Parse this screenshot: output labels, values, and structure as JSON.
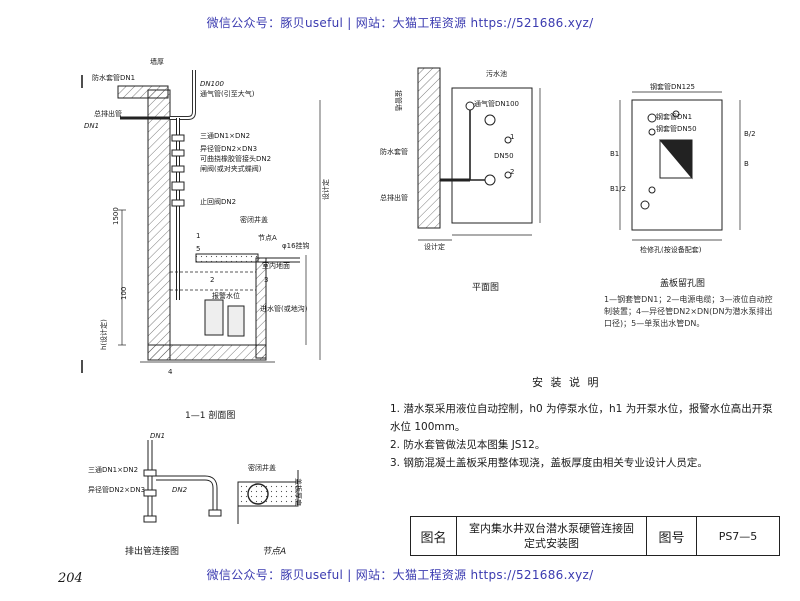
{
  "watermark": {
    "top": "微信公众号：豚贝useful  |  网站：大猫工程资源 https://521686.xyz/",
    "bottom": "微信公众号：豚贝useful  |  网站：大猫工程资源 https://521686.xyz/"
  },
  "page_number": "204",
  "section_view": {
    "caption": "1—1 剖面图",
    "labels": {
      "wall": "墙厚",
      "sleeve": "防水套管DN1",
      "vent": "DN100",
      "vent_desc": "通气管(引至大气)",
      "outlet": "总排出管",
      "dn_left": "DN1",
      "tee": "三通DN1×DN2",
      "reducer": "异径管DN2×DN3",
      "hose": "可曲挠橡胶管接头DN2",
      "valve": "闸阀(或对夹式蝶阀)",
      "check": "止回阀DN2",
      "cover": "密闭井盖",
      "node": "节点A",
      "rebar": "φ16挂钩",
      "floor": "室内地面",
      "alarm": "报警水位",
      "inlet": "进水管(或地沟)",
      "dim_1500": "1500",
      "dim_100": "100",
      "h_label": "h(设计定)",
      "right_dim": "设计定",
      "num_1": "1",
      "num_2": "2",
      "num_3": "3",
      "num_4": "4",
      "num_5": "5"
    }
  },
  "plan_view": {
    "caption": "平面图",
    "labels": {
      "sewage": "污水池",
      "pipe_wall": "接管墙",
      "vent": "通气管DN100",
      "dn50": "DN50",
      "sleeve": "防水套管",
      "outlet": "总排出管",
      "dim": "设计定",
      "num_1": "1",
      "num_2": "2"
    }
  },
  "cover_plate": {
    "caption": "盖板留孔图",
    "labels": {
      "sleeve125": "钢套管DN125",
      "sleeve_dn": "钢套管DN1",
      "sleeve50": "钢套管DN50",
      "hole": "检修孔(按设备配套)",
      "b": "B",
      "b2": "B/2",
      "b1": "B1",
      "b12": "B1/2"
    },
    "notes": "1—钢套管DN1；2—电源电缆；3—液位自动控制装置；4—异径管DN2×DN(DN为潜水泵排出口径)；5—单泵出水管DN。"
  },
  "install_notes": {
    "heading": "安 装 说 明",
    "items": [
      "1. 潜水泵采用液位自动控制，h0 为停泵水位，h1 为开泵水位，报警水位高出开泵水位 100mm。",
      "2. 防水套管做法见本图集 JS12。",
      "3. 钢筋混凝土盖板采用整体现浇，盖板厚度由相关专业设计人员定。"
    ]
  },
  "discharge_detail": {
    "caption": "排出管连接图",
    "labels": {
      "dn1": "DN1",
      "tee": "三通DN1×DN2",
      "reducer": "异径管DN2×DN3",
      "dn2": "DN2"
    }
  },
  "node_a": {
    "caption": "节点A",
    "labels": {
      "cover": "密闭井盖",
      "thickness": "盖板厚度"
    }
  },
  "title_block": {
    "name_label": "图名",
    "name_value": "室内集水井双台潜水泵硬管连接固定式安装图",
    "code_label": "图号",
    "code_value": "PS7—5"
  }
}
